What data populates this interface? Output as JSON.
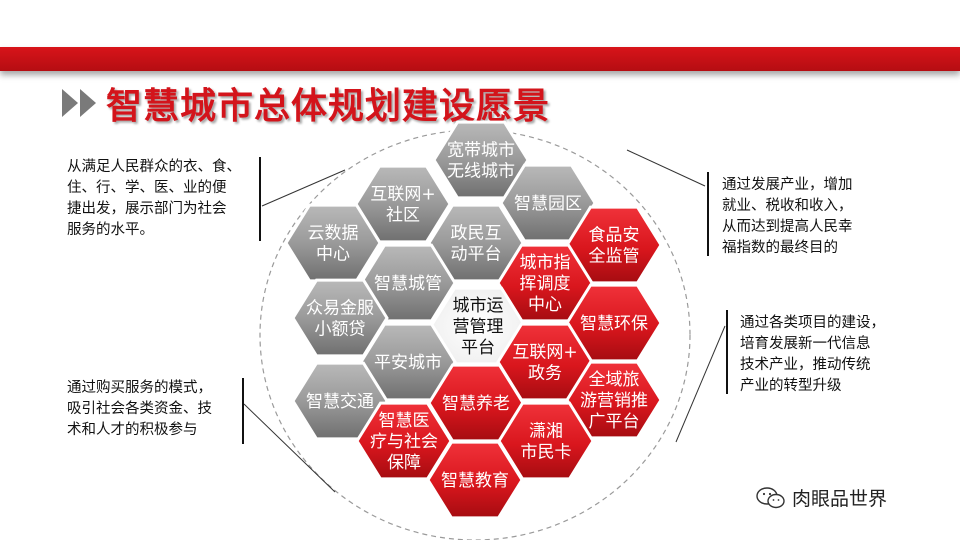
{
  "title": "智慧城市总体规划建设愿景",
  "notes": {
    "top_left": [
      "从满足人民群众的衣、食、",
      "住、行、学、医、业的便",
      "捷出发，展示部门为社会",
      "服务的水平。"
    ],
    "bottom_left": [
      "通过购买服务的模式，",
      "吸引社会各类资金、技",
      "术和人才的积极参与"
    ],
    "top_right": [
      "通过发展产业，增加",
      "就业、税收和收入，",
      "从而达到提高人民幸",
      "福指数的最终目的"
    ],
    "middle_right": [
      "通过各类项目的建设，",
      "培育发展新一代信息",
      "技术产业，推动传统",
      "产业的转型升级"
    ]
  },
  "colors": {
    "accent": "#d3141b",
    "red_hex": "#d9161d",
    "gray_hex": "#9b9b9b",
    "center_hex": "#ffffff"
  },
  "hexes": [
    {
      "id": "kuandai",
      "tone": "gray",
      "lines": [
        "宽带城市",
        "无线城市"
      ]
    },
    {
      "id": "hulianwang-shequ",
      "tone": "gray",
      "lines": [
        "互联网+",
        "社区"
      ]
    },
    {
      "id": "zhihui-yuanqu",
      "tone": "gray",
      "lines": [
        "智慧园区"
      ]
    },
    {
      "id": "yunshuju",
      "tone": "gray",
      "lines": [
        "云数据",
        "中心"
      ]
    },
    {
      "id": "zhengmin",
      "tone": "gray",
      "lines": [
        "政民互",
        "动平台"
      ]
    },
    {
      "id": "shipin-anquan",
      "tone": "red",
      "lines": [
        "食品安",
        "全监管"
      ]
    },
    {
      "id": "zhihui-chengguan",
      "tone": "gray",
      "lines": [
        "智慧城管"
      ]
    },
    {
      "id": "zhihui-zhongxin",
      "tone": "red",
      "lines": [
        "城市指",
        "挥调度",
        "中心"
      ]
    },
    {
      "id": "zhongyi-jinfu",
      "tone": "gray",
      "lines": [
        "众易金服",
        "小额贷"
      ]
    },
    {
      "id": "center",
      "tone": "white",
      "lines": [
        "城市运",
        "营管理",
        "平台"
      ]
    },
    {
      "id": "zhihui-huanbao",
      "tone": "red",
      "lines": [
        "智慧环保"
      ]
    },
    {
      "id": "pingan",
      "tone": "gray",
      "lines": [
        "平安城市"
      ]
    },
    {
      "id": "hulianwang-zhengwu",
      "tone": "red",
      "lines": [
        "互联网+",
        "政务"
      ]
    },
    {
      "id": "zhihui-jiaotong",
      "tone": "gray",
      "lines": [
        "智慧交通"
      ]
    },
    {
      "id": "zhihui-yanglao",
      "tone": "red",
      "lines": [
        "智慧养老"
      ]
    },
    {
      "id": "quanyu-lvyou",
      "tone": "red",
      "lines": [
        "全域旅",
        "游营销推",
        "广平台"
      ]
    },
    {
      "id": "zhihui-yiliao",
      "tone": "red",
      "lines": [
        "智慧医",
        "疗与社会",
        "保障"
      ]
    },
    {
      "id": "xiaoxiang",
      "tone": "red",
      "lines": [
        "潇湘",
        "市民卡"
      ]
    },
    {
      "id": "zhihui-jiaoyu",
      "tone": "red",
      "lines": [
        "智慧教育"
      ]
    }
  ],
  "watermark": {
    "icon": "wechat-icon",
    "text": "肉眼品世界"
  }
}
